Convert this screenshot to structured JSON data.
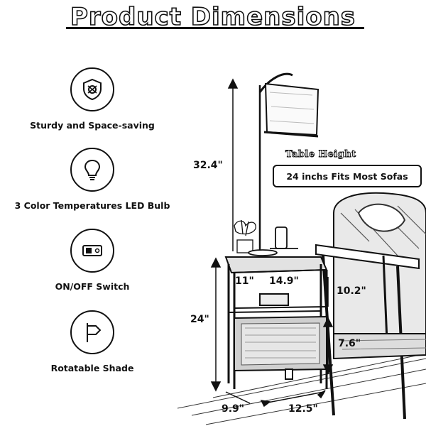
{
  "title": "Product Dimensions",
  "features": [
    {
      "label": "Sturdy and Space-saving",
      "icon": "shield-gear-icon"
    },
    {
      "label": "3 Color Temperatures LED Bulb",
      "icon": "light-bulb-icon"
    },
    {
      "label": "ON/OFF Switch",
      "icon": "power-switch-icon"
    },
    {
      "label": "Rotatable Shade",
      "icon": "rotatable-shade-icon"
    }
  ],
  "dimensions": {
    "lamp_height": "32.4\"",
    "table_height": "24\"",
    "top_depth": "11\"",
    "top_width": "14.9\"",
    "shelf_height": "10.2\"",
    "drawer_height": "7.6\"",
    "base_depth": "9.9\"",
    "base_width": "12.5\""
  },
  "table_height_label": "Table Height",
  "sofa_note": "24 inchs Fits Most Sofas"
}
